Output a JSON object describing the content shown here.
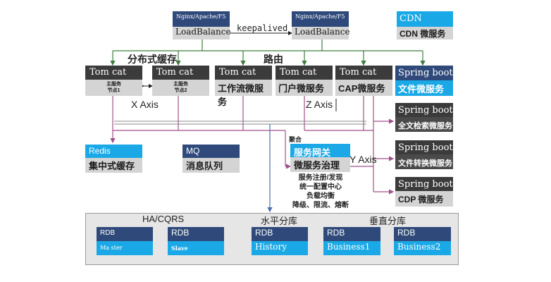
{
  "lb_left": {
    "header": "Nginx/Apache/F5",
    "body": "LoadBalance"
  },
  "lb_right": {
    "header": "Nginx/Apache/F5",
    "body": "LoadBalance"
  },
  "lb_link_label": "keepalived",
  "cdn": {
    "header": "CDN",
    "body": "CDN 微服务"
  },
  "labels": {
    "distributed_cache": "分布式缓存",
    "routing": "路由",
    "x_axis": "X Axis",
    "z_axis": "Z Axis",
    "y_axis": "Y Axis",
    "aggregation": "聚合"
  },
  "tomcats": [
    {
      "header": "Tom cat",
      "body_line1": "主服务",
      "body_line2": "节点1"
    },
    {
      "header": "Tom cat",
      "body_line1": "主服务",
      "body_line2": "节点2"
    },
    {
      "header": "Tom cat",
      "body": "工作流微服务"
    },
    {
      "header": "Tom cat",
      "body": "门户微服务"
    },
    {
      "header": "Tom cat",
      "body": "CAP微服务"
    }
  ],
  "spring_boots": [
    {
      "header": "Spring boot",
      "body": "文件微服务"
    },
    {
      "header": "Spring boot",
      "body": "全文检索微服务"
    },
    {
      "header": "Spring boot",
      "body": "文件转换微服务"
    },
    {
      "header": "Spring boot",
      "body": "CDP 微服务"
    }
  ],
  "redis": {
    "header": "Redis",
    "body": "集中式缓存"
  },
  "mq": {
    "header": "MQ",
    "body": "消息队列"
  },
  "gateway": {
    "header": "服务网关",
    "body": "微服务治理"
  },
  "governance_notes": [
    "服务注册/发现",
    "统一配置中心",
    "负载均衡",
    "降级、限流、熔断"
  ],
  "storage": {
    "group_labels": {
      "ha": "HA/CQRS",
      "horizontal": "水平分库",
      "vertical": "垂直分库"
    },
    "rdbs": [
      {
        "header": "RDB",
        "body": "Ma ster"
      },
      {
        "header": "RDB",
        "body": "Slave"
      },
      {
        "header": "RDB",
        "body": "History"
      },
      {
        "header": "RDB",
        "body": "Business1"
      },
      {
        "header": "RDB",
        "body": "Business2"
      }
    ]
  },
  "colors": {
    "dark_header": "#3b3b3b",
    "navy_header": "#2f4a7a",
    "cyan": "#1aa9e6",
    "body_grey": "#d4d4d4",
    "green_line": "#3e7d3e",
    "purple_line": "#a0528a",
    "blue_line": "#4a6fb0"
  }
}
